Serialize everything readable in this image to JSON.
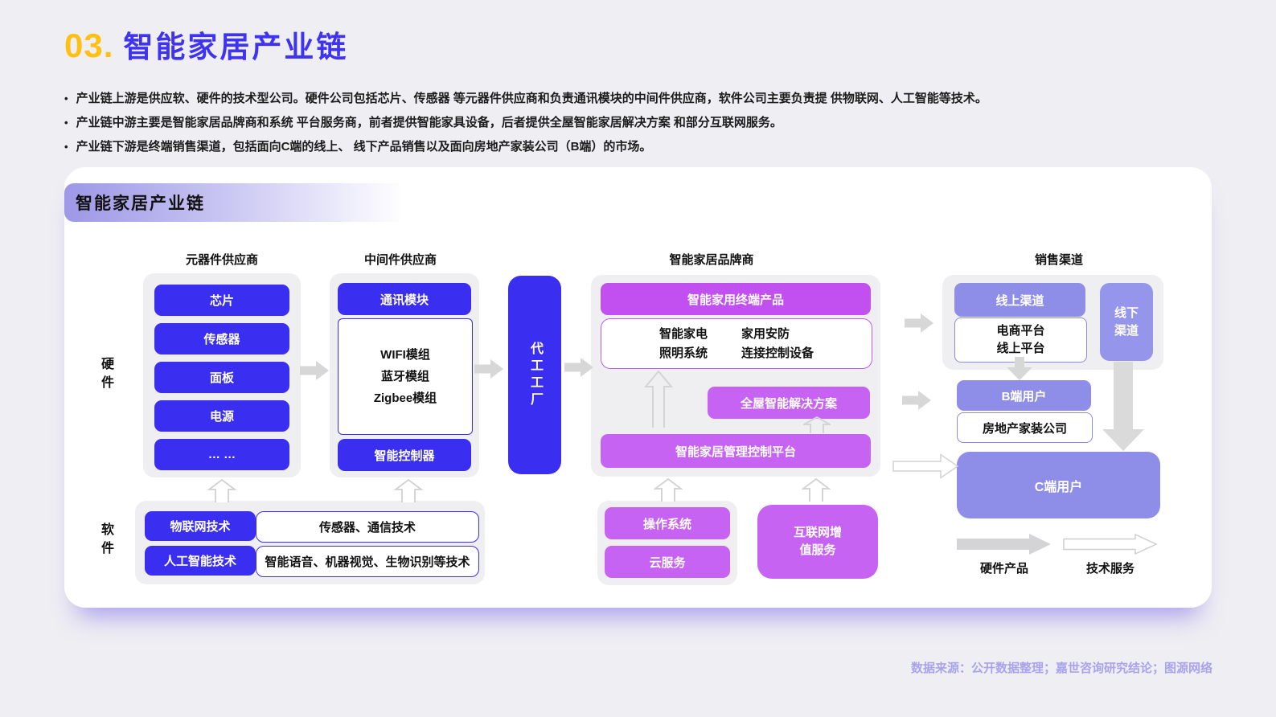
{
  "slide": {
    "number": "03.",
    "title": "智能家居产业链",
    "bullets": [
      "产业链上游是供应软、硬件的技术型公司。硬件公司包括芯片、传感器 等元器件供应商和负责通讯模块的中间件供应商，软件公司主要负责提 供物联网、人工智能等技术。",
      "产业链中游主要是智能家居品牌商和系统 平台服务商，前者提供智能家具设备，后者提供全屋智能家居解决方案 和部分互联网服务。",
      "产业链下游是终端销售渠道，包括面向C端的线上、 线下产品销售以及面向房地产家装公司（B端）的市场。"
    ],
    "source": "数据来源：公开数据整理；嘉世咨询研究结论；图源网络"
  },
  "diagram": {
    "header": "智能家居产业链",
    "labels": {
      "hardware": "硬件",
      "software": "软件",
      "legend_hardware": "硬件产品",
      "legend_service": "技术服务"
    },
    "columns": {
      "components": {
        "title": "元器件供应商",
        "items": [
          "芯片",
          "传感器",
          "面板",
          "电源",
          "… …"
        ]
      },
      "middleware": {
        "title": "中间件供应商",
        "comm": "通讯模块",
        "modules": [
          "WIFI模组",
          "蓝牙模组",
          "Zigbee模组"
        ],
        "controller": "智能控制器"
      },
      "foundry": {
        "label": "代工工厂"
      },
      "brand": {
        "title": "智能家居品牌商",
        "terminal": "智能家用终端产品",
        "products": [
          "智能家电",
          "照明系统",
          "家用安防",
          "连接控制设备"
        ],
        "solution": "全屋智能解决方案",
        "platform": "智能家居管理控制平台"
      },
      "sales": {
        "title": "销售渠道",
        "online": "线上渠道",
        "online_detail": [
          "电商平台",
          "线上平台"
        ],
        "offline": [
          "线下",
          "渠道"
        ],
        "b_user": "B端用户",
        "b_detail": "房地产家装公司",
        "c_user": "C端用户"
      }
    },
    "software": {
      "iot": "物联网技术",
      "iot_detail": "传感器、通信技术",
      "ai": "人工智能技术",
      "ai_detail": "智能语音、机器视觉、生物识别等技术",
      "os": "操作系统",
      "cloud": "云服务",
      "vas": [
        "互联网增",
        "值服务"
      ]
    },
    "colors": {
      "accent_yellow": "#FFC014",
      "title_blue": "#3E33F1",
      "box_blue": "#3A2FF0",
      "box_purple": "#C55CF2",
      "box_periwinkle": "#8E8EE9",
      "container_gray": "#EFEEF1",
      "arrow_gray": "#D7D7D8",
      "source_text": "#A8A3EC"
    }
  }
}
